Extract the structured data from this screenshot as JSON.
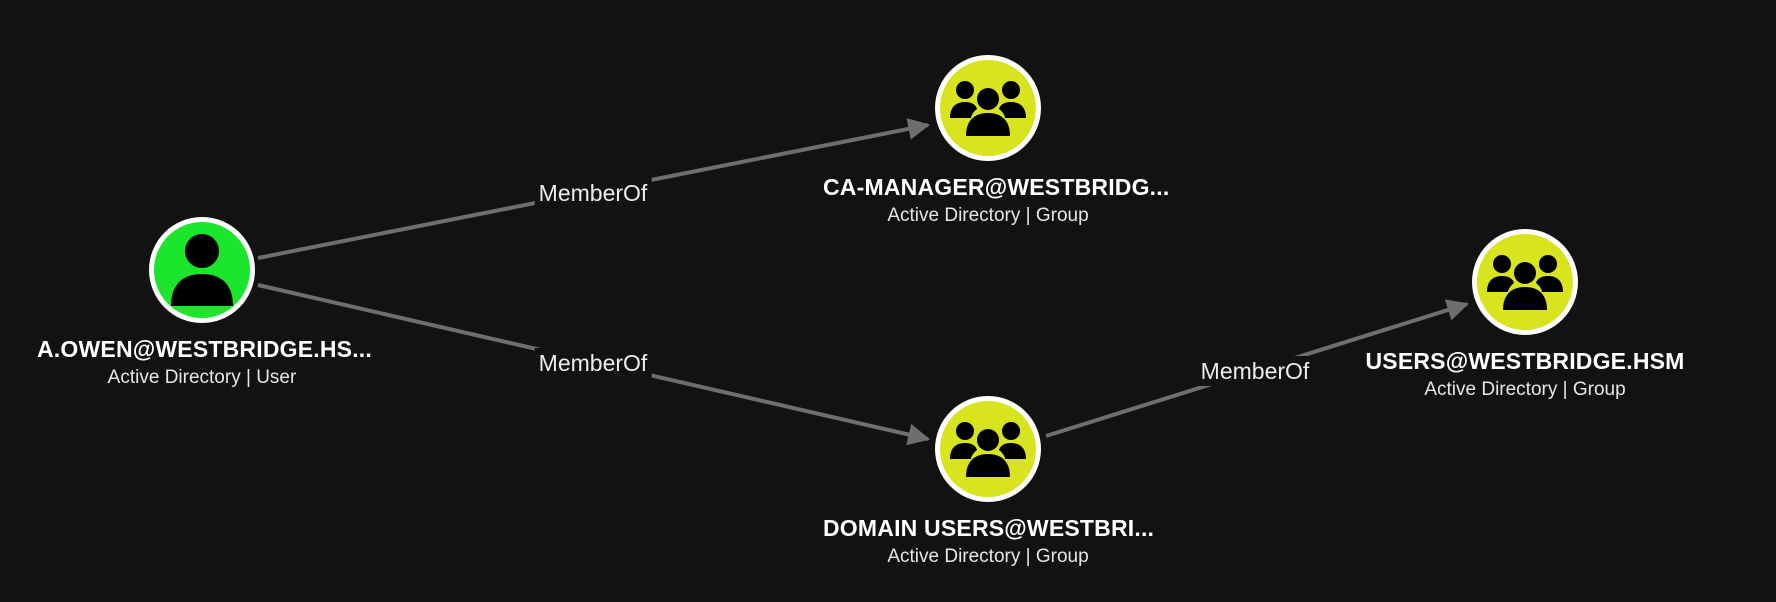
{
  "graph": {
    "background": "#121212",
    "edge_color": "#6e6e6e",
    "nodes": [
      {
        "id": "a-owen",
        "title": "A.OWEN@WESTBRIDGE.HS...",
        "subtitle": "Active Directory | User",
        "kind": "user",
        "icon": "user-icon",
        "color": "#1ce62b"
      },
      {
        "id": "ca-manager",
        "title": "CA-MANAGER@WESTBRIDG...",
        "subtitle": "Active Directory | Group",
        "kind": "group",
        "icon": "group-icon",
        "color": "#d8e41e"
      },
      {
        "id": "domain-users",
        "title": "DOMAIN USERS@WESTBRI...",
        "subtitle": "Active Directory | Group",
        "kind": "group",
        "icon": "group-icon",
        "color": "#d8e41e"
      },
      {
        "id": "users",
        "title": "USERS@WESTBRIDGE.HSM",
        "subtitle": "Active Directory | Group",
        "kind": "group",
        "icon": "group-icon",
        "color": "#d8e41e"
      }
    ],
    "edges": [
      {
        "source": "a-owen",
        "target": "ca-manager",
        "label": "MemberOf"
      },
      {
        "source": "a-owen",
        "target": "domain-users",
        "label": "MemberOf"
      },
      {
        "source": "domain-users",
        "target": "users",
        "label": "MemberOf"
      }
    ]
  }
}
